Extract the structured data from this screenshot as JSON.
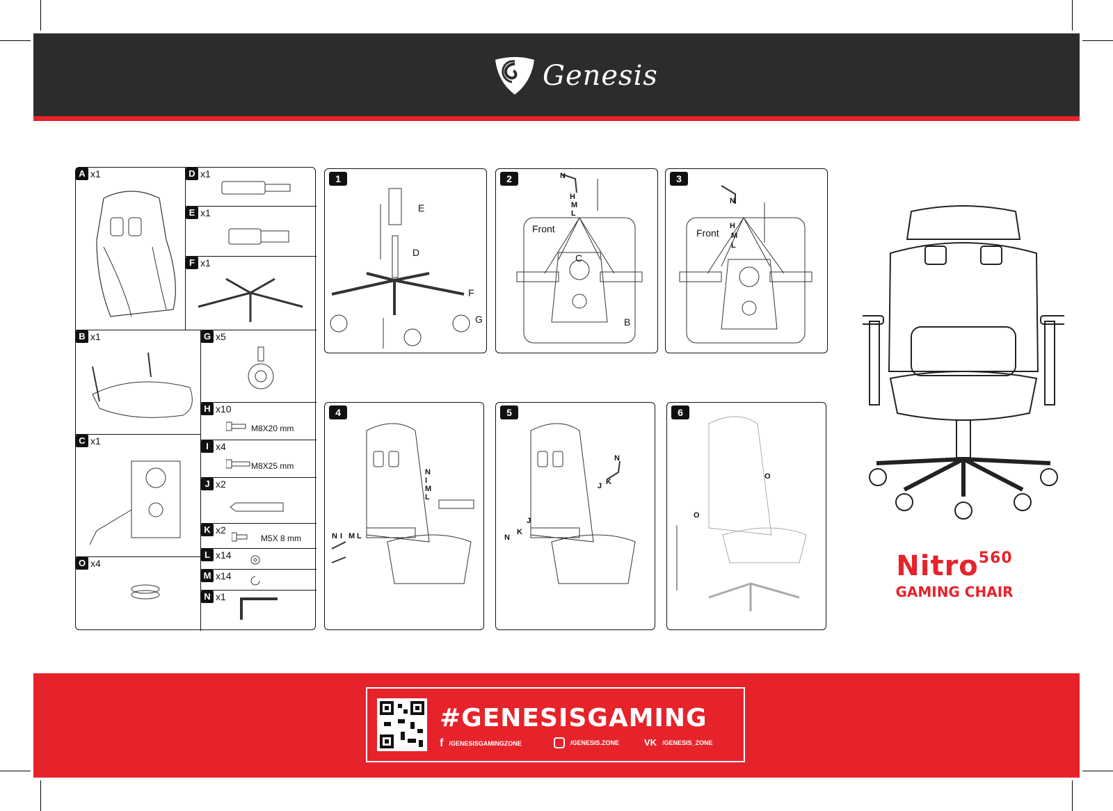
{
  "brand": {
    "logo_text": "Genesis"
  },
  "parts": [
    {
      "letter": "A",
      "qty": "x1"
    },
    {
      "letter": "D",
      "qty": "x1"
    },
    {
      "letter": "E",
      "qty": "x1"
    },
    {
      "letter": "F",
      "qty": "x1"
    },
    {
      "letter": "B",
      "qty": "x1"
    },
    {
      "letter": "G",
      "qty": "x5"
    },
    {
      "letter": "H",
      "qty": "x10",
      "spec": "M8X20 mm"
    },
    {
      "letter": "C",
      "qty": "x1"
    },
    {
      "letter": "I",
      "qty": "x4",
      "spec": "M8X25 mm"
    },
    {
      "letter": "J",
      "qty": "x2"
    },
    {
      "letter": "K",
      "qty": "x2",
      "spec": "M5X 8  mm"
    },
    {
      "letter": "O",
      "qty": "x4"
    },
    {
      "letter": "L",
      "qty": "x14"
    },
    {
      "letter": "M",
      "qty": "x14"
    },
    {
      "letter": "N",
      "qty": "x1"
    }
  ],
  "steps": [
    {
      "num": "1",
      "labels": [
        "E",
        "D",
        "F",
        "G"
      ]
    },
    {
      "num": "2",
      "front": "Front",
      "labels": [
        "N",
        "H",
        "M",
        "L",
        "C",
        "B"
      ]
    },
    {
      "num": "3",
      "front": "Front",
      "labels": [
        "N",
        "H",
        "M",
        "L"
      ]
    },
    {
      "num": "4",
      "labels": [
        "N",
        "I",
        "M",
        "L",
        "N",
        "I",
        "M",
        "L"
      ]
    },
    {
      "num": "5",
      "labels": [
        "N",
        "K",
        "J",
        "N",
        "K",
        "J"
      ]
    },
    {
      "num": "6",
      "labels": [
        "O",
        "O"
      ]
    }
  ],
  "product": {
    "name": "Nitro",
    "model": "560",
    "subtitle": "GAMING CHAIR"
  },
  "footer": {
    "hashtag": "#GENESISGAMING",
    "facebook": "/GENESISGAMINGZONE",
    "instagram": "/GENESIS.ZONE",
    "vk": "/GENESIS_ZONE"
  },
  "colors": {
    "accent": "#e6232b",
    "header_bg": "#2c2c2c"
  }
}
